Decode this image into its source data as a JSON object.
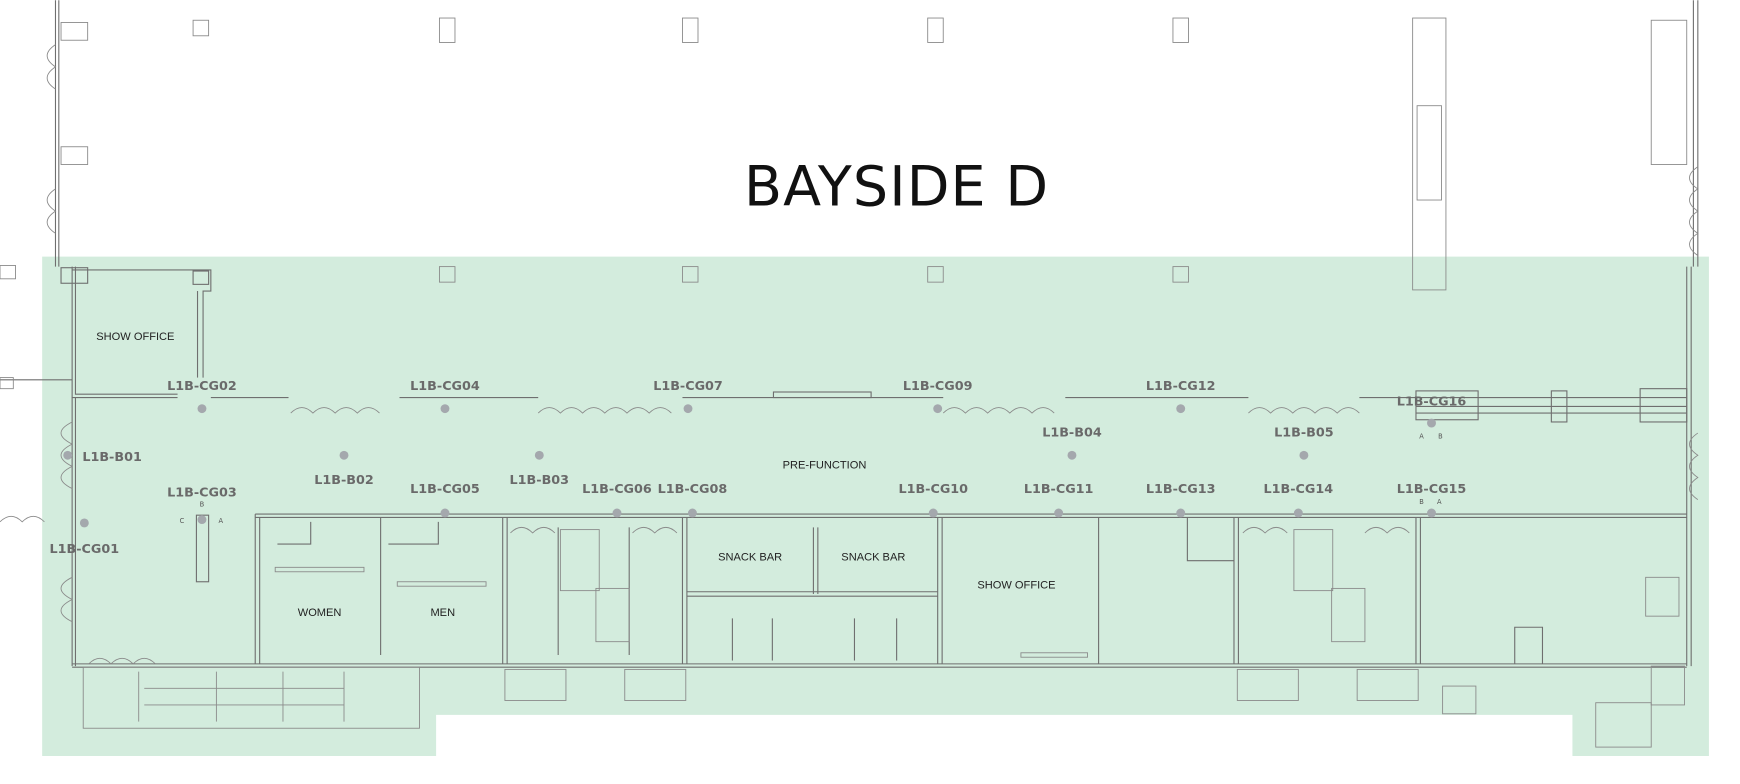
{
  "hall_title": "BAYSIDE D",
  "colors": {
    "area_fill": "#d3ecdd",
    "dot": "#a4a8ad",
    "wall": "#6f6f6f",
    "label": "#6a6a6a"
  },
  "rooms": [
    {
      "id": "show-office-1",
      "label": "SHOW OFFICE"
    },
    {
      "id": "pre-function",
      "label": "PRE-FUNCTION"
    },
    {
      "id": "snack-bar-1",
      "label": "SNACK BAR"
    },
    {
      "id": "snack-bar-2",
      "label": "SNACK BAR"
    },
    {
      "id": "show-office-2",
      "label": "SHOW OFFICE"
    },
    {
      "id": "women",
      "label": "WOMEN"
    },
    {
      "id": "men",
      "label": "MEN"
    }
  ],
  "booths": [
    {
      "label": "L1B-CG01"
    },
    {
      "label": "L1B-CG02"
    },
    {
      "label": "L1B-CG03"
    },
    {
      "label": "L1B-CG04"
    },
    {
      "label": "L1B-CG05"
    },
    {
      "label": "L1B-CG06"
    },
    {
      "label": "L1B-CG07"
    },
    {
      "label": "L1B-CG08"
    },
    {
      "label": "L1B-CG09"
    },
    {
      "label": "L1B-CG10"
    },
    {
      "label": "L1B-CG11"
    },
    {
      "label": "L1B-CG12"
    },
    {
      "label": "L1B-CG13"
    },
    {
      "label": "L1B-CG14"
    },
    {
      "label": "L1B-CG15"
    },
    {
      "label": "L1B-CG16"
    },
    {
      "label": "L1B-B01"
    },
    {
      "label": "L1B-B02"
    },
    {
      "label": "L1B-B03"
    },
    {
      "label": "L1B-B04"
    },
    {
      "label": "L1B-B05"
    }
  ],
  "outlet_markers": {
    "cg03": [
      "B",
      "C",
      "A"
    ],
    "cg16": [
      "A",
      "B"
    ],
    "cg15": [
      "B",
      "A"
    ]
  }
}
